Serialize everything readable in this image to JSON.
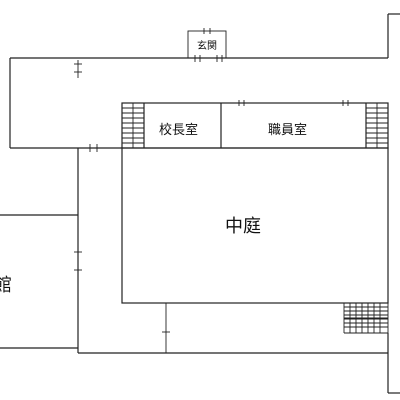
{
  "floor_plan": {
    "rooms": {
      "entrance": "玄関",
      "principal_office": "校長室",
      "staff_room": "職員室",
      "courtyard": "中庭",
      "left_building_fragment": "館"
    }
  }
}
